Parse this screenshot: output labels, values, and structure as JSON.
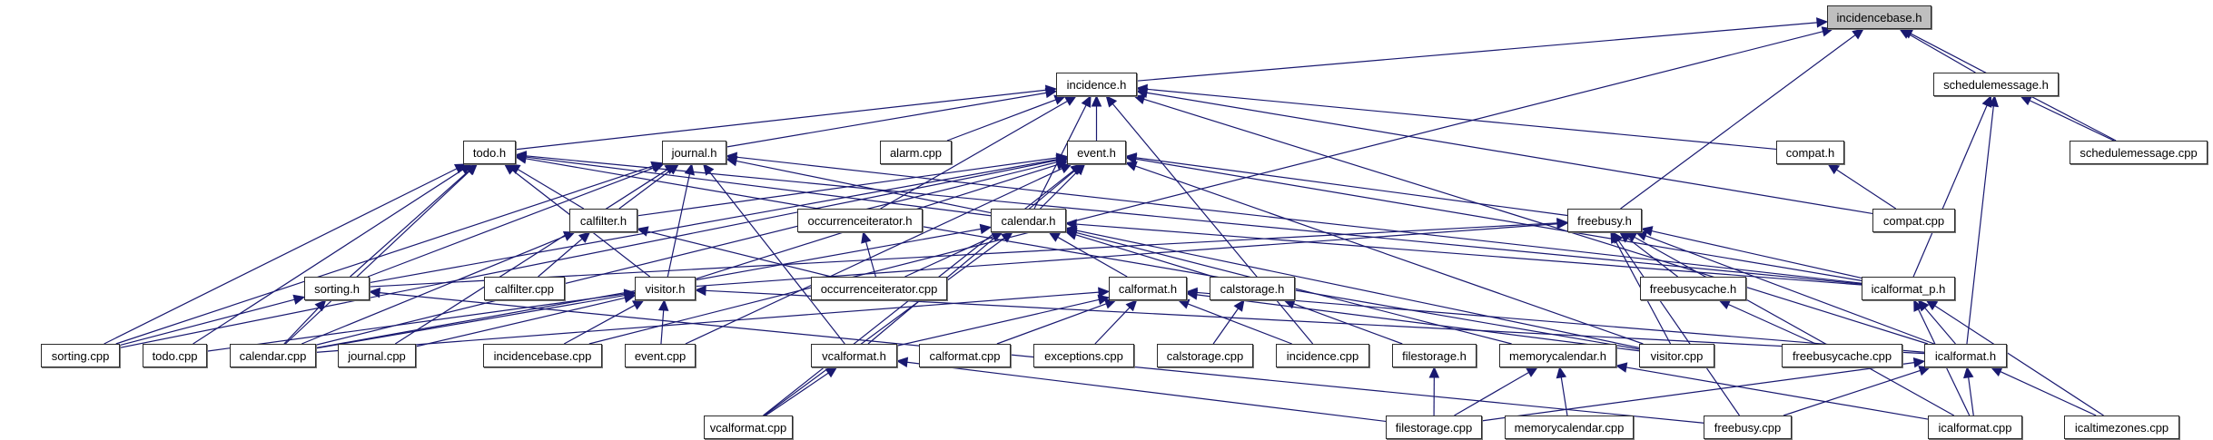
{
  "diagram": {
    "type": "include-dependency-graph",
    "root": "incidencebase.h",
    "colors": {
      "edge": "#191970",
      "root_fill": "#bfbfbf",
      "node_fill": "#ffffff",
      "node_border": "#2b2b2b"
    },
    "nodes": [
      {
        "id": "incidencebase_h",
        "label": "incidencebase.h",
        "root": true
      },
      {
        "id": "incidence_h",
        "label": "incidence.h"
      },
      {
        "id": "schedulemessage_h",
        "label": "schedulemessage.h"
      },
      {
        "id": "todo_h",
        "label": "todo.h"
      },
      {
        "id": "journal_h",
        "label": "journal.h"
      },
      {
        "id": "alarm_cpp",
        "label": "alarm.cpp"
      },
      {
        "id": "event_h",
        "label": "event.h"
      },
      {
        "id": "compat_h",
        "label": "compat.h"
      },
      {
        "id": "schedulemessage_cpp",
        "label": "schedulemessage.cpp"
      },
      {
        "id": "calfilter_h",
        "label": "calfilter.h"
      },
      {
        "id": "occurrenceiterator_h",
        "label": "occurrenceiterator.h"
      },
      {
        "id": "calendar_h",
        "label": "calendar.h"
      },
      {
        "id": "freebusy_h",
        "label": "freebusy.h"
      },
      {
        "id": "compat_cpp",
        "label": "compat.cpp"
      },
      {
        "id": "sorting_h",
        "label": "sorting.h"
      },
      {
        "id": "calfilter_cpp",
        "label": "calfilter.cpp"
      },
      {
        "id": "visitor_h",
        "label": "visitor.h"
      },
      {
        "id": "occurrenceiterator_cpp",
        "label": "occurrenceiterator.cpp"
      },
      {
        "id": "calformat_h",
        "label": "calformat.h"
      },
      {
        "id": "calstorage_h",
        "label": "calstorage.h"
      },
      {
        "id": "freebusycache_h",
        "label": "freebusycache.h"
      },
      {
        "id": "icalformat_p_h",
        "label": "icalformat_p.h"
      },
      {
        "id": "sorting_cpp",
        "label": "sorting.cpp"
      },
      {
        "id": "todo_cpp",
        "label": "todo.cpp"
      },
      {
        "id": "calendar_cpp",
        "label": "calendar.cpp"
      },
      {
        "id": "journal_cpp",
        "label": "journal.cpp"
      },
      {
        "id": "incidencebase_cpp",
        "label": "incidencebase.cpp"
      },
      {
        "id": "event_cpp",
        "label": "event.cpp"
      },
      {
        "id": "vcalformat_h",
        "label": "vcalformat.h"
      },
      {
        "id": "calformat_cpp",
        "label": "calformat.cpp"
      },
      {
        "id": "exceptions_cpp",
        "label": "exceptions.cpp"
      },
      {
        "id": "calstorage_cpp",
        "label": "calstorage.cpp"
      },
      {
        "id": "incidence_cpp",
        "label": "incidence.cpp"
      },
      {
        "id": "filestorage_h",
        "label": "filestorage.h"
      },
      {
        "id": "memorycalendar_h",
        "label": "memorycalendar.h"
      },
      {
        "id": "visitor_cpp",
        "label": "visitor.cpp"
      },
      {
        "id": "freebusycache_cpp",
        "label": "freebusycache.cpp"
      },
      {
        "id": "icalformat_h",
        "label": "icalformat.h"
      },
      {
        "id": "vcalformat_cpp",
        "label": "vcalformat.cpp"
      },
      {
        "id": "filestorage_cpp",
        "label": "filestorage.cpp"
      },
      {
        "id": "memorycalendar_cpp",
        "label": "memorycalendar.cpp"
      },
      {
        "id": "freebusy_cpp",
        "label": "freebusy.cpp"
      },
      {
        "id": "icalformat_cpp",
        "label": "icalformat.cpp"
      },
      {
        "id": "icaltimezones_cpp",
        "label": "icaltimezones.cpp"
      }
    ],
    "edges": [
      [
        "incidence_h",
        "incidencebase_h"
      ],
      [
        "schedulemessage_h",
        "incidencebase_h"
      ],
      [
        "schedulemessage_cpp",
        "incidencebase_h"
      ],
      [
        "freebusy_h",
        "incidencebase_h"
      ],
      [
        "incidencebase_cpp",
        "incidencebase_h"
      ],
      [
        "todo_h",
        "incidence_h"
      ],
      [
        "journal_h",
        "incidence_h"
      ],
      [
        "alarm_cpp",
        "incidence_h"
      ],
      [
        "event_h",
        "incidence_h"
      ],
      [
        "compat_h",
        "incidence_h"
      ],
      [
        "compat_cpp",
        "incidence_h"
      ],
      [
        "occurrenceiterator_h",
        "incidence_h"
      ],
      [
        "calendar_h",
        "incidence_h"
      ],
      [
        "incidence_cpp",
        "incidence_h"
      ],
      [
        "icalformat_h",
        "incidence_h"
      ],
      [
        "schedulemessage_cpp",
        "schedulemessage_h"
      ],
      [
        "icalformat_p_h",
        "schedulemessage_h"
      ],
      [
        "icalformat_h",
        "schedulemessage_h"
      ],
      [
        "compat_cpp",
        "compat_h"
      ],
      [
        "calfilter_h",
        "todo_h"
      ],
      [
        "calendar_h",
        "todo_h"
      ],
      [
        "visitor_h",
        "todo_h"
      ],
      [
        "sorting_h",
        "todo_h"
      ],
      [
        "sorting_cpp",
        "todo_h"
      ],
      [
        "todo_cpp",
        "todo_h"
      ],
      [
        "calendar_cpp",
        "todo_h"
      ],
      [
        "icalformat_p_h",
        "todo_h"
      ],
      [
        "visitor_cpp",
        "todo_h"
      ],
      [
        "calfilter_h",
        "journal_h"
      ],
      [
        "calendar_h",
        "journal_h"
      ],
      [
        "visitor_h",
        "journal_h"
      ],
      [
        "sorting_h",
        "journal_h"
      ],
      [
        "sorting_cpp",
        "journal_h"
      ],
      [
        "journal_cpp",
        "journal_h"
      ],
      [
        "vcalformat_h",
        "journal_h"
      ],
      [
        "icalformat_p_h",
        "journal_h"
      ],
      [
        "calfilter_h",
        "event_h"
      ],
      [
        "calendar_h",
        "event_h"
      ],
      [
        "visitor_h",
        "event_h"
      ],
      [
        "sorting_h",
        "event_h"
      ],
      [
        "sorting_cpp",
        "event_h"
      ],
      [
        "event_cpp",
        "event_h"
      ],
      [
        "vcalformat_h",
        "event_h"
      ],
      [
        "vcalformat_cpp",
        "event_h"
      ],
      [
        "freebusy_h",
        "event_h"
      ],
      [
        "icalformat_p_h",
        "event_h"
      ],
      [
        "visitor_cpp",
        "event_h"
      ],
      [
        "calendar_cpp",
        "event_h"
      ],
      [
        "calfilter_cpp",
        "calfilter_h"
      ],
      [
        "occurrenceiterator_cpp",
        "calfilter_h"
      ],
      [
        "calendar_cpp",
        "calfilter_h"
      ],
      [
        "occurrenceiterator_cpp",
        "occurrenceiterator_h"
      ],
      [
        "calformat_h",
        "calendar_h"
      ],
      [
        "calstorage_h",
        "calendar_h"
      ],
      [
        "occurrenceiterator_cpp",
        "calendar_h"
      ],
      [
        "calendar_cpp",
        "calendar_h"
      ],
      [
        "memorycalendar_h",
        "calendar_h"
      ],
      [
        "vcalformat_cpp",
        "calendar_h"
      ],
      [
        "icalformat_p_h",
        "calendar_h"
      ],
      [
        "visitor_cpp",
        "calendar_h"
      ],
      [
        "sorting_h",
        "freebusy_h"
      ],
      [
        "visitor_h",
        "freebusy_h"
      ],
      [
        "freebusycache_h",
        "freebusy_h"
      ],
      [
        "icalformat_p_h",
        "freebusy_h"
      ],
      [
        "icalformat_h",
        "freebusy_h"
      ],
      [
        "visitor_cpp",
        "freebusy_h"
      ],
      [
        "freebusy_cpp",
        "freebusy_h"
      ],
      [
        "icalformat_cpp",
        "freebusy_h"
      ],
      [
        "sorting_cpp",
        "sorting_h"
      ],
      [
        "calendar_cpp",
        "sorting_h"
      ],
      [
        "freebusy_cpp",
        "sorting_h"
      ],
      [
        "todo_cpp",
        "visitor_h"
      ],
      [
        "calendar_cpp",
        "visitor_h"
      ],
      [
        "journal_cpp",
        "visitor_h"
      ],
      [
        "incidencebase_cpp",
        "visitor_h"
      ],
      [
        "event_cpp",
        "visitor_h"
      ],
      [
        "icalformat_h",
        "visitor_h"
      ],
      [
        "vcalformat_h",
        "calformat_h"
      ],
      [
        "calformat_cpp",
        "calformat_h"
      ],
      [
        "exceptions_cpp",
        "calformat_h"
      ],
      [
        "incidence_cpp",
        "calformat_h"
      ],
      [
        "calendar_cpp",
        "calformat_h"
      ],
      [
        "icalformat_h",
        "calformat_h"
      ],
      [
        "visitor_cpp",
        "calformat_h"
      ],
      [
        "calstorage_cpp",
        "calstorage_h"
      ],
      [
        "filestorage_h",
        "calstorage_h"
      ],
      [
        "freebusycache_cpp",
        "freebusycache_h"
      ],
      [
        "icalformat_h",
        "icalformat_p_h"
      ],
      [
        "icalformat_cpp",
        "icalformat_p_h"
      ],
      [
        "icaltimezones_cpp",
        "icalformat_p_h"
      ],
      [
        "vcalformat_cpp",
        "vcalformat_h"
      ],
      [
        "filestorage_cpp",
        "vcalformat_h"
      ],
      [
        "filestorage_cpp",
        "filestorage_h"
      ],
      [
        "filestorage_cpp",
        "memorycalendar_h"
      ],
      [
        "memorycalendar_cpp",
        "memorycalendar_h"
      ],
      [
        "icalformat_cpp",
        "memorycalendar_h"
      ],
      [
        "filestorage_cpp",
        "icalformat_h"
      ],
      [
        "freebusy_cpp",
        "icalformat_h"
      ],
      [
        "icalformat_cpp",
        "icalformat_h"
      ],
      [
        "icaltimezones_cpp",
        "icalformat_h"
      ]
    ]
  }
}
